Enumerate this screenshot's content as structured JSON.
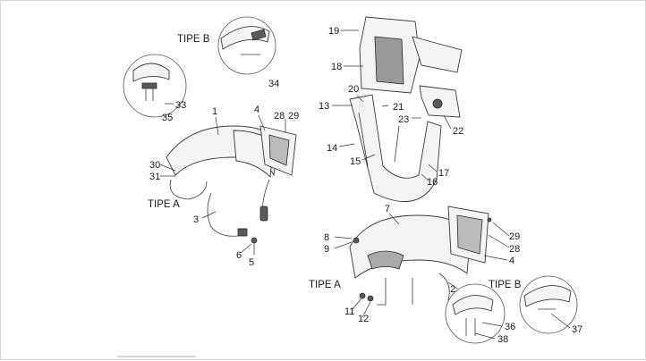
{
  "diagram": {
    "tipe_labels": {
      "tipe_b_top": "TIPE B",
      "tipe_a_left": "TIPE A",
      "tipe_a_bottom": "TIPE A",
      "tipe_b_bottom": "TIPE B"
    },
    "callouts": [
      "1",
      "2",
      "3",
      "4",
      "4",
      "5",
      "6",
      "7",
      "8",
      "9",
      "11",
      "12",
      "13",
      "14",
      "15",
      "16",
      "17",
      "18",
      "19",
      "20",
      "21",
      "22",
      "23",
      "28",
      "28",
      "29",
      "29",
      "30",
      "31",
      "33",
      "34",
      "35",
      "36",
      "37",
      "38"
    ]
  }
}
